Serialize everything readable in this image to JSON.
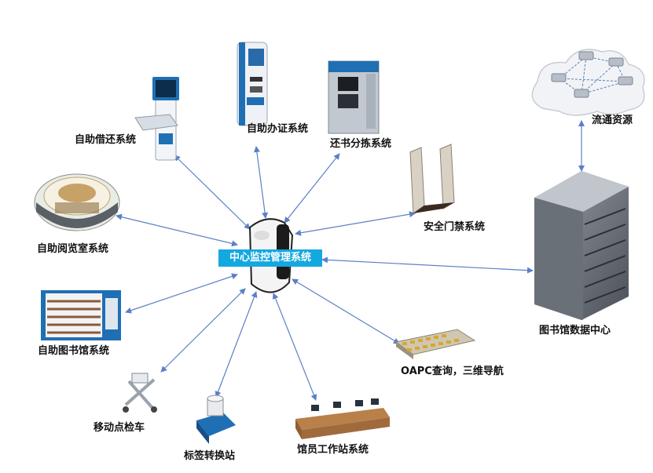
{
  "center": {
    "label": "中心监控管理系统"
  },
  "nodes": {
    "self_checkout": "自助借还系统",
    "card_issue": "自助办证系统",
    "book_sorting": "还书分拣系统",
    "security_gate": "安全门禁系统",
    "reading_room": "自助阅览室系统",
    "self_library": "自助图书馆系统",
    "mobile_cart": "移动点检车",
    "label_station": "标签转换站",
    "staff_station": "馆员工作站系统",
    "opac": "OAPC查询，三维导航",
    "data_center": "图书馆数据中心",
    "cloud": "流通资源"
  },
  "colors": {
    "arrow": "#5b7fc7",
    "center_box": "#14a8e0",
    "device_blue": "#1f6fb5"
  }
}
